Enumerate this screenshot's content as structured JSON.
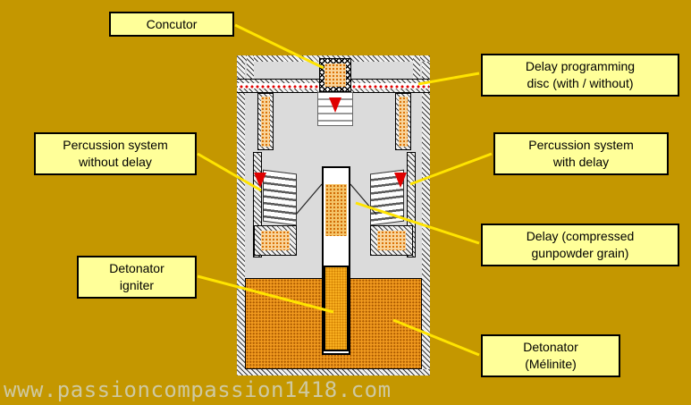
{
  "colors": {
    "background": "#C49700",
    "label_fill": "#FFFF99",
    "label_border": "#000000",
    "leader_line": "#FFE400",
    "body_gray": "#DBDBDB",
    "explosive_orange": "#F19A1F",
    "firing_pin_red": "#DF0000"
  },
  "callouts": {
    "concutor": {
      "lines": [
        "Concutor"
      ]
    },
    "delay_disc": {
      "lines": [
        "Delay programming",
        "disc (with / without)"
      ]
    },
    "percussion_without_delay": {
      "lines": [
        "Percussion system",
        "without delay"
      ]
    },
    "percussion_with_delay": {
      "lines": [
        "Percussion system",
        "with delay"
      ]
    },
    "delay_gunpowder": {
      "lines": [
        "Delay (compressed",
        "gunpowder grain)"
      ]
    },
    "detonator_igniter": {
      "lines": [
        "Detonator",
        "igniter"
      ]
    },
    "detonator_melinite": {
      "lines": [
        "Detonator",
        "(Mélinite)"
      ]
    }
  },
  "watermark": "www.passioncompassion1418.com"
}
